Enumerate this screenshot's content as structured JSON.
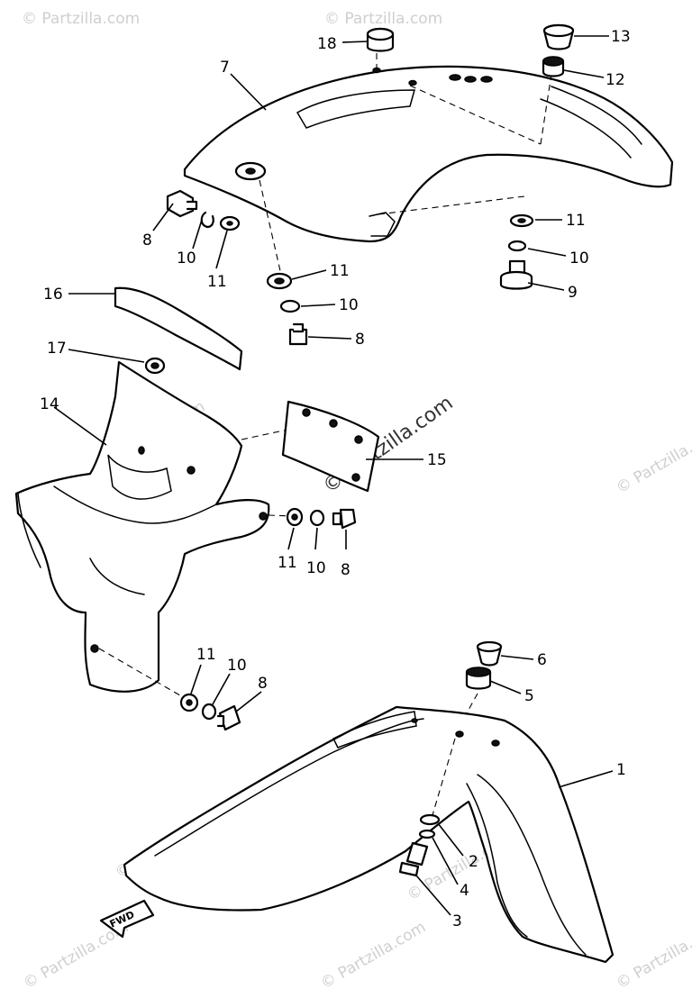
{
  "diagram": {
    "watermarks": [
      "© Partzilla.com",
      "© Partzilla.com"
    ],
    "fwd_label": "FWD",
    "callouts": [
      {
        "id": "c18",
        "label": "18"
      },
      {
        "id": "c13",
        "label": "13"
      },
      {
        "id": "c12",
        "label": "12"
      },
      {
        "id": "c7",
        "label": "7"
      },
      {
        "id": "c8a",
        "label": "8"
      },
      {
        "id": "c10a",
        "label": "10"
      },
      {
        "id": "c11a",
        "label": "11"
      },
      {
        "id": "c11b",
        "label": "11"
      },
      {
        "id": "c10b",
        "label": "10"
      },
      {
        "id": "c9",
        "label": "9"
      },
      {
        "id": "c11c",
        "label": "11"
      },
      {
        "id": "c10c",
        "label": "10"
      },
      {
        "id": "c8b",
        "label": "8"
      },
      {
        "id": "c16",
        "label": "16"
      },
      {
        "id": "c17",
        "label": "17"
      },
      {
        "id": "c14",
        "label": "14"
      },
      {
        "id": "c15",
        "label": "15"
      },
      {
        "id": "c11d",
        "label": "11"
      },
      {
        "id": "c10d",
        "label": "10"
      },
      {
        "id": "c8c",
        "label": "8"
      },
      {
        "id": "c6",
        "label": "6"
      },
      {
        "id": "c5",
        "label": "5"
      },
      {
        "id": "c11e",
        "label": "11"
      },
      {
        "id": "c10e",
        "label": "10"
      },
      {
        "id": "c8d",
        "label": "8"
      },
      {
        "id": "c1",
        "label": "1"
      },
      {
        "id": "c2",
        "label": "2"
      },
      {
        "id": "c4",
        "label": "4"
      },
      {
        "id": "c3",
        "label": "3"
      }
    ]
  }
}
